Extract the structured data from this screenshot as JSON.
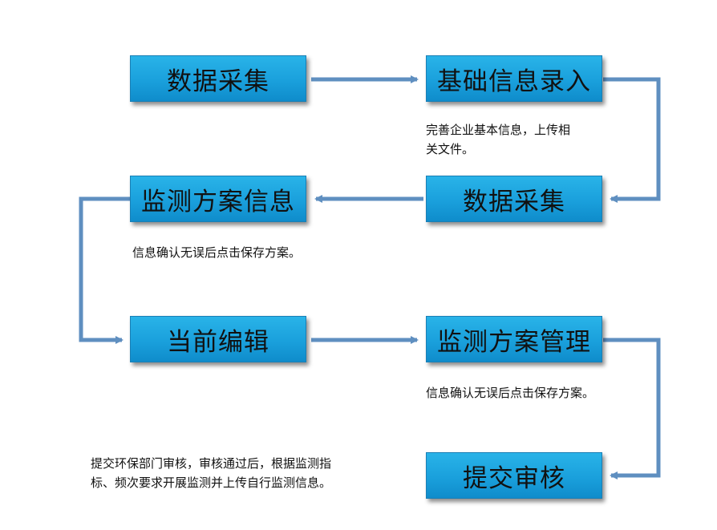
{
  "boxes": {
    "b1": "数据采集",
    "b2": "基础信息录入",
    "b3": "数据采集",
    "b4": "监测方案信息",
    "b5": "当前编辑",
    "b6": "监测方案管理",
    "b7": "提交审核"
  },
  "notes": {
    "n1_line1": "完善企业基本信息，上传相",
    "n1_line2": "关文件。",
    "n2": "信息确认无误后点击保存方案。",
    "n3": "信息确认无误后点击保存方案。",
    "n4_line1": "提交环保部门审核，审核通过后，根据监测指",
    "n4_line2": "标、频次要求开展监测并上传自行监测信息。"
  },
  "colors": {
    "box_fill": "#1aa0dc",
    "arrow": "#5f8fc0"
  }
}
